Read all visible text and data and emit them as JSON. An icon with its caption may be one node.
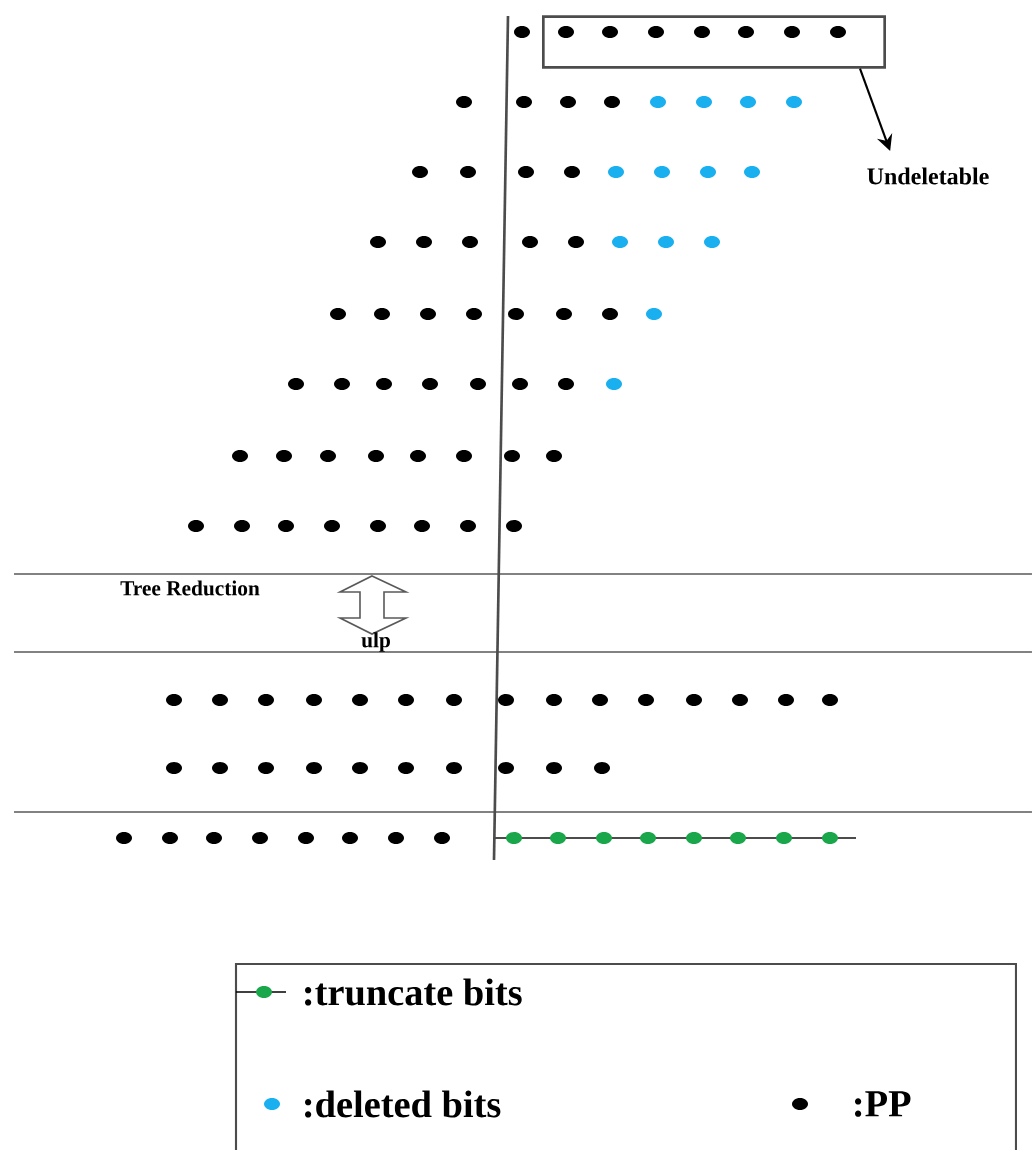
{
  "diagram": {
    "nodes": [
      {
        "text": [],
        "shape": "box"
      },
      {
        "text": [
          "Undeletable"
        ]
      }
    ],
    "edges": [
      {
        "from": 0,
        "to": 1,
        "arrow": "to"
      }
    ],
    "labels": [
      "Tree Reduction",
      "ulp"
    ],
    "legend": [
      {
        "text": ":truncate bits",
        "color": "#1aa64b"
      },
      {
        "text": ":deleted bits",
        "color": "#1ab0ef"
      },
      {
        "text": ":PP",
        "color": "#000000"
      }
    ]
  }
}
